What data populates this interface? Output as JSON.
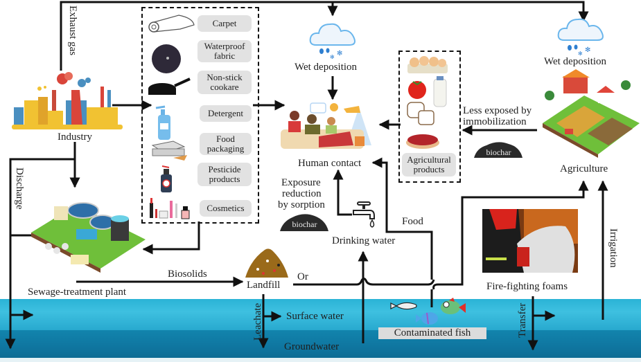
{
  "title": "Sources and exposure pathways diagram",
  "nodes": {
    "industry": "Industry",
    "sewage_plant": "Sewage-treatment plant",
    "landfill": "Landfill",
    "human_contact": "Human contact",
    "drinking_water": "Drinking water",
    "agriculture": "Agriculture",
    "fire_foams": "Fire-fighting foams",
    "surface_water": "Surface water",
    "groundwater": "Groundwater",
    "contaminated_fish": "Contaminated fish",
    "wet_deposition_1": "Wet deposition",
    "wet_deposition_2": "Wet deposition"
  },
  "products": [
    {
      "label": "Carpet",
      "icon": "carpet-icon"
    },
    {
      "label": "Waterproof fabric",
      "icon": "fabric-icon"
    },
    {
      "label": "Non-stick cookare",
      "icon": "frying-pan-icon"
    },
    {
      "label": "Detergent",
      "icon": "spray-bottle-icon"
    },
    {
      "label": "Food packaging",
      "icon": "pizza-box-icon"
    },
    {
      "label": "Pesticide products",
      "icon": "pesticide-bottle-icon"
    },
    {
      "label": "Cosmetics",
      "icon": "cosmetics-icon"
    }
  ],
  "agricultural_products": {
    "label": "Agricultural products",
    "items": [
      "eggs",
      "tomato",
      "milk",
      "bread",
      "steak"
    ]
  },
  "edges": {
    "exhaust_gas": "Exhaust gas",
    "discharge": "Discharge",
    "biosolids": "Biosolids",
    "or": "Or",
    "leachate": "Leachate",
    "food": "Food",
    "irrigation": "Irrigation",
    "transfer": "Transfer",
    "less_exposed": "Less exposed by immobilization",
    "less_exposed_line1": "Less exposed by",
    "less_exposed_line2": "immobilization",
    "exposure_reduction_line1": "Exposure",
    "exposure_reduction_line2": "reduction",
    "exposure_reduction_line3": "by sorption"
  },
  "biochar": [
    "biochar",
    "biochar"
  ],
  "colors": {
    "line": "#111111",
    "pill_bg": "#e2e2e2",
    "surface_water": "#2ab3d6",
    "groundwater": "#0f76a0",
    "biochar": "#2a2a2a"
  }
}
